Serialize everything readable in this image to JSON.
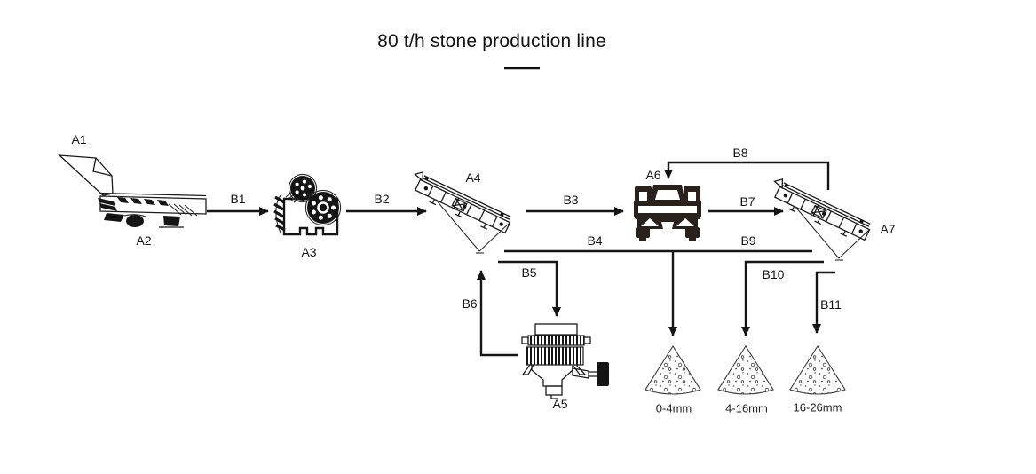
{
  "title": "80 t/h stone production line",
  "labels": {
    "a1": "A1",
    "a2": "A2",
    "a3": "A3",
    "a4": "A4",
    "a5": "A5",
    "a6": "A6",
    "a7": "A7",
    "b1": "B1",
    "b2": "B2",
    "b3": "B3",
    "b4": "B4",
    "b5": "B5",
    "b6": "B6",
    "b7": "B7",
    "b8": "B8",
    "b9": "B9",
    "b10": "B10",
    "b11": "B11"
  },
  "products": [
    {
      "label": "0-4mm"
    },
    {
      "label": "4-16mm"
    },
    {
      "label": "16-26mm"
    }
  ],
  "icons": {
    "a1": "feed-hopper-icon",
    "a2": "vibrating-feeder-icon",
    "a3": "jaw-crusher-icon",
    "a4": "vibrating-screen-icon",
    "a5": "cone-crusher-icon",
    "a6": "impact-crusher-icon",
    "a7": "vibrating-screen-icon",
    "piles": "stockpile-icon"
  },
  "colors": {
    "ink": "#151515",
    "impact_crusher_fill": "#2b211c",
    "pile_outline": "#3a3a3a"
  }
}
